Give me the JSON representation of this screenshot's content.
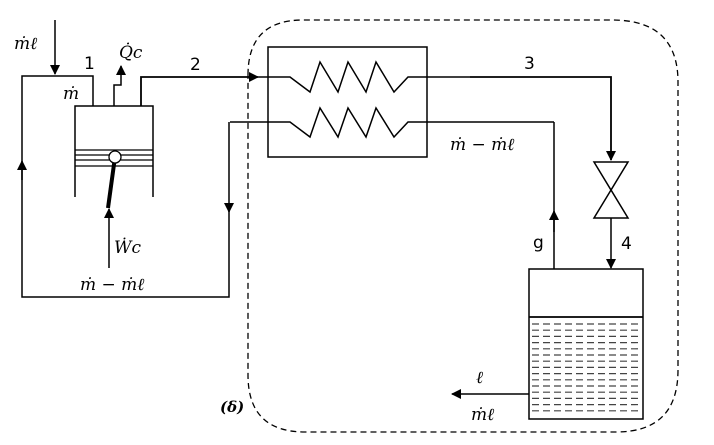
{
  "diagram": {
    "title": "",
    "type": "refrigeration cycle schematic",
    "control_volume_label": "(δ)",
    "state_labels": {
      "s1": "1",
      "s2": "2",
      "s3": "3",
      "s4": "4",
      "sg": "g",
      "sl": "ℓ"
    },
    "flow_labels": {
      "makeup_in": "ṁℓ",
      "mass_flow": "ṁ",
      "return_left": "ṁ − ṁℓ",
      "return_hx": "ṁ − ṁℓ",
      "liquid_out": "ṁℓ"
    },
    "energy_labels": {
      "heat": "Q̇c",
      "work": "Ẇc"
    },
    "components": [
      {
        "id": "compressor",
        "name": "Compressor (piston-cylinder)"
      },
      {
        "id": "heat-exchanger",
        "name": "Heat exchanger (two coils)"
      },
      {
        "id": "expansion-valve",
        "name": "Throttling valve"
      },
      {
        "id": "separator-tank",
        "name": "Liquid-vapor separator tank"
      }
    ]
  }
}
